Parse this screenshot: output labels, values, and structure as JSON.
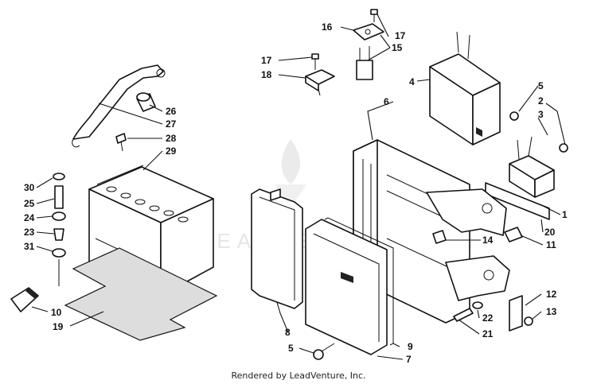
{
  "watermark": {
    "text": "LEADVENTURE"
  },
  "callouts": {
    "n1": "1",
    "n2": "2",
    "n3": "3",
    "n4": "4",
    "n5a": "5",
    "n5b": "5",
    "n6": "6",
    "n7": "7",
    "n8": "8",
    "n9": "9",
    "n10": "10",
    "n11": "11",
    "n12": "12",
    "n13": "13",
    "n14": "14",
    "n15": "15",
    "n16": "16",
    "n17a": "17",
    "n17b": "17",
    "n18": "18",
    "n19": "19",
    "n20": "20",
    "n21": "21",
    "n22": "22",
    "n23": "23",
    "n24": "24",
    "n25": "25",
    "n26": "26",
    "n27": "27",
    "n28": "28",
    "n29": "29",
    "n30": "30",
    "n31": "31"
  },
  "footer": {
    "credit": "Rendered by LeadVenture, Inc."
  }
}
